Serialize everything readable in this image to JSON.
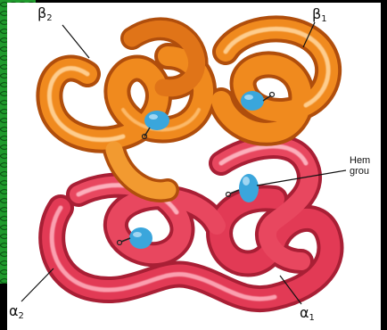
{
  "labels": {
    "beta2": {
      "letter": "β",
      "sub": "2"
    },
    "beta1": {
      "letter": "β",
      "sub": "1"
    },
    "alpha2": {
      "letter": "α",
      "sub": "2"
    },
    "alpha1": {
      "letter": "α",
      "sub": "1"
    },
    "heme_line1": "Hem",
    "heme_line2": "grou"
  },
  "colors": {
    "beta_chain": "#f08a1e",
    "beta_chain_light": "#ffc47a",
    "beta_chain_dark": "#c45a10",
    "alpha_chain": "#e23a55",
    "alpha_chain_light": "#ffb3c0",
    "alpha_chain_dark": "#a81f35",
    "heme": "#3aa6dc",
    "background_edge": "#1c8c2a"
  }
}
